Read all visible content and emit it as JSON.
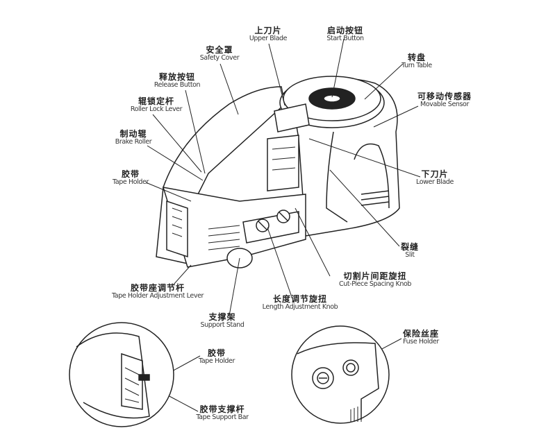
{
  "labels": {
    "upper_blade": {
      "zh": "上刀片",
      "en": "Upper Blade"
    },
    "start_button": {
      "zh": "启动按钮",
      "en": "Start Button"
    },
    "safety_cover": {
      "zh": "安全罩",
      "en": "Safety Cover"
    },
    "turn_table": {
      "zh": "转盘",
      "en": "Turn Table"
    },
    "release_button": {
      "zh": "释放按钮",
      "en": "Release Button"
    },
    "movable_sensor": {
      "zh": "可移动传感器",
      "en": "Movable Sensor"
    },
    "roller_lock_lever": {
      "zh": "辊锁定杆",
      "en": "Roller Lock Lever"
    },
    "brake_roller": {
      "zh": "制动辊",
      "en": "Brake Roller"
    },
    "tape_holder": {
      "zh": "胶带",
      "en": "Tape Holder"
    },
    "lower_blade": {
      "zh": "下刀片",
      "en": "Lower Blade"
    },
    "slit": {
      "zh": "裂缝",
      "en": "Slit"
    },
    "cut_piece_knob": {
      "zh": "切割片间距旋扭",
      "en": "Cut-Piece Spacing Knob"
    },
    "tape_holder_lever": {
      "zh": "胶带座调节杆",
      "en": "Tape Holder Adjustment Lever"
    },
    "length_knob": {
      "zh": "长度调节旋扭",
      "en": "Length Adjustment Knob"
    },
    "support_stand": {
      "zh": "支撑架",
      "en": "Support Stand"
    },
    "inset_tape_holder": {
      "zh": "胶带",
      "en": "Tape Holder"
    },
    "tape_support_bar": {
      "zh": "胶带支撑杆",
      "en": "Tape Support Bar"
    },
    "fuse_holder": {
      "zh": "保险丝座",
      "en": "Fuse Holder"
    }
  },
  "colors": {
    "line": "#222222",
    "background": "#ffffff"
  }
}
